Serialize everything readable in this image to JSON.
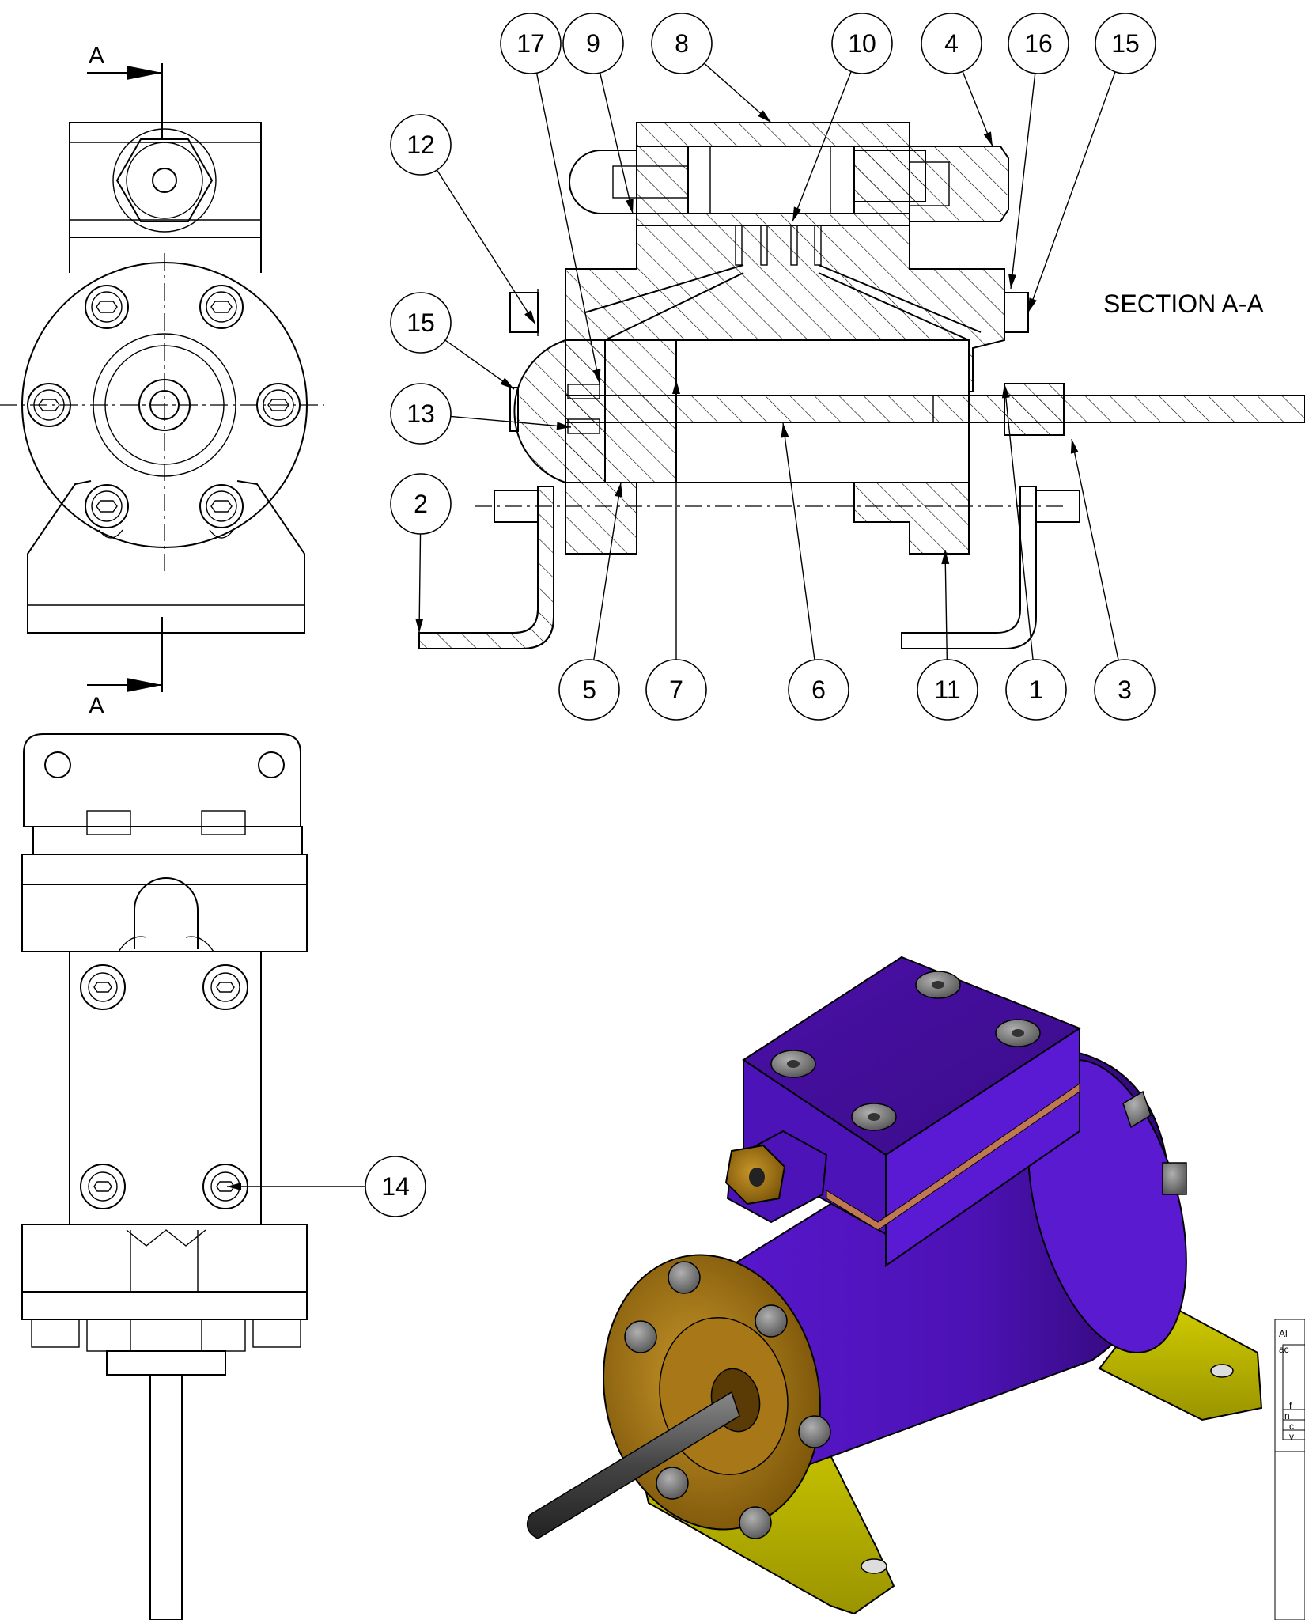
{
  "section_label": "SECTION A-A",
  "cut_letters": {
    "top": "A",
    "bottom": "A"
  },
  "balloons": [
    {
      "id": "b17",
      "label": "17"
    },
    {
      "id": "b9",
      "label": "9"
    },
    {
      "id": "b8",
      "label": "8"
    },
    {
      "id": "b10",
      "label": "10"
    },
    {
      "id": "b4",
      "label": "4"
    },
    {
      "id": "b16",
      "label": "16"
    },
    {
      "id": "b15a",
      "label": "15"
    },
    {
      "id": "b12",
      "label": "12"
    },
    {
      "id": "b15b",
      "label": "15"
    },
    {
      "id": "b13",
      "label": "13"
    },
    {
      "id": "b2",
      "label": "2"
    },
    {
      "id": "b5",
      "label": "5"
    },
    {
      "id": "b7",
      "label": "7"
    },
    {
      "id": "b6",
      "label": "6"
    },
    {
      "id": "b11",
      "label": "11"
    },
    {
      "id": "b1",
      "label": "1"
    },
    {
      "id": "b3",
      "label": "3"
    },
    {
      "id": "b14",
      "label": "14"
    }
  ],
  "title_block_fragments": [
    "Al",
    "ac",
    "f",
    "n",
    "c",
    "v"
  ],
  "colors": {
    "body_purple": "#5b14c9",
    "body_purple_dark": "#3a0a8a",
    "flange_gold": "#b8860b",
    "bracket_yellow": "#c8c400",
    "bolt_gray": "#7a7a7a",
    "gasket_copper": "#c07850"
  }
}
